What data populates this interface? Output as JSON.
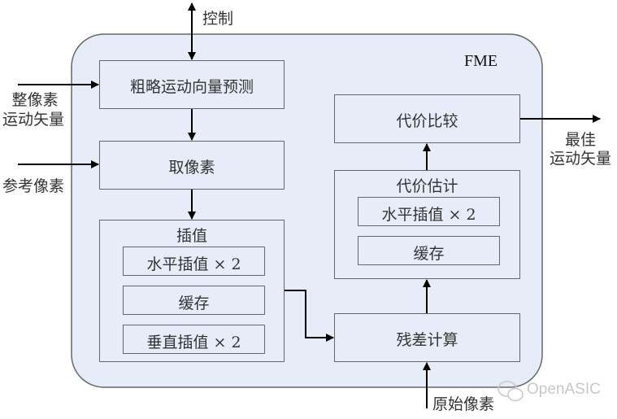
{
  "module_label": "FME",
  "inputs": {
    "control": "控制",
    "integer_mv_line1": "整像素",
    "integer_mv_line2": "运动矢量",
    "ref_pixels": "参考像素",
    "orig_pixels": "原始像素"
  },
  "outputs": {
    "best_mv_line1": "最佳",
    "best_mv_line2": "运动矢量"
  },
  "blocks": {
    "coarse_mv_predict": "粗略运动向量预测",
    "fetch_pixels": "取像素",
    "interp": {
      "title": "插值",
      "h_interp": "水平插值 × 2",
      "buffer": "缓存",
      "v_interp": "垂直插值 × 2"
    },
    "cost_compare": "代价比较",
    "cost_estimate": {
      "title": "代价估计",
      "h_interp": "水平插值 × 2",
      "buffer": "缓存"
    },
    "residual_calc": "残差计算"
  },
  "watermark": "OpenASIC",
  "colors": {
    "module_fill": "#e7edf8",
    "stroke": "#666666",
    "arrow": "#000000"
  }
}
